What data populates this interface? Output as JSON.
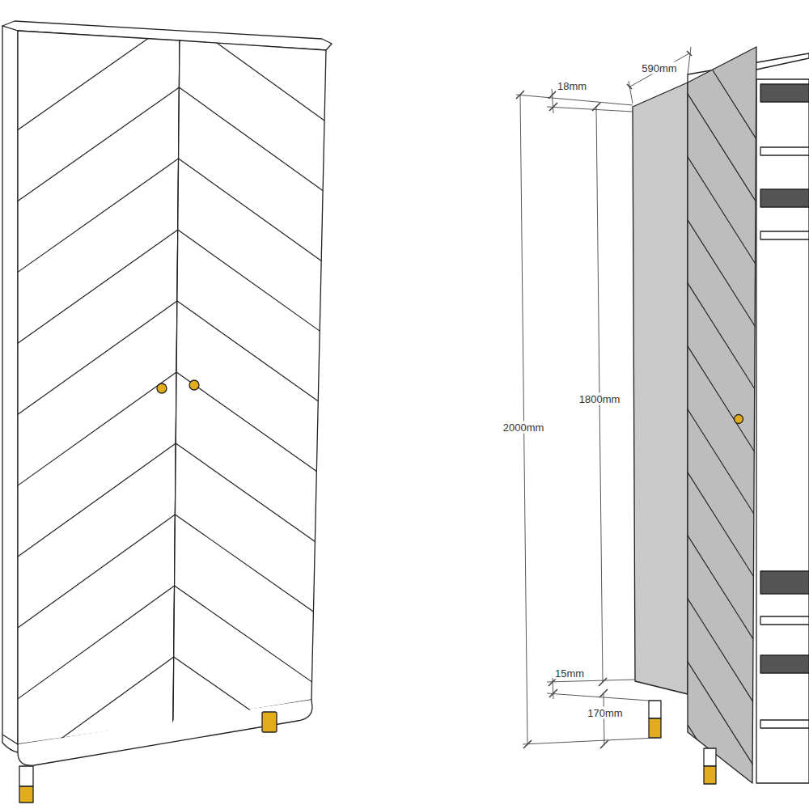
{
  "diagram": {
    "labels": [
      "590mm",
      "18mm",
      "2000mm",
      "1800mm",
      "15mm",
      "170mm"
    ]
  }
}
